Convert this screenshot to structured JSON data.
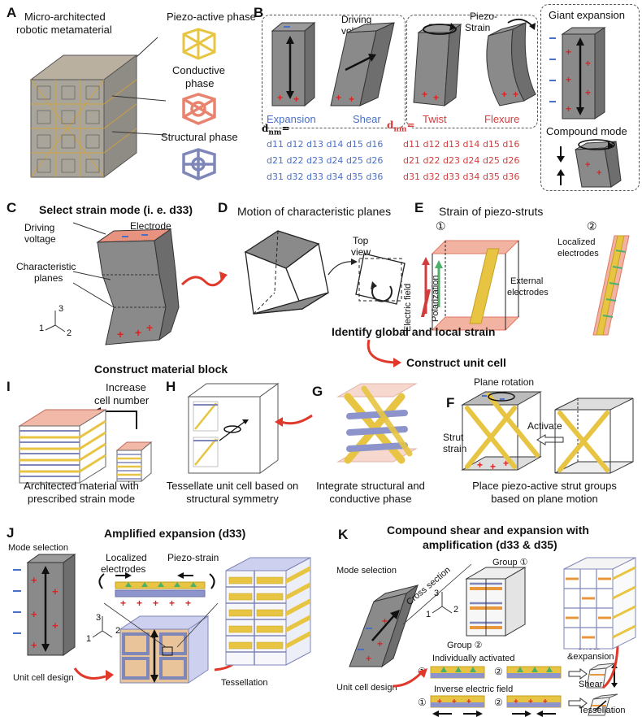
{
  "colors": {
    "blue": "#4a6fc7",
    "red": "#d23c3c",
    "arrow_red": "#e0392b",
    "piezo_yellow": "#e7c542",
    "conductive_pink": "#e8836f",
    "structural_blue": "#7f86b8",
    "block_gray": "#8a8a8a"
  },
  "A": {
    "label": "A",
    "title_line1": "Micro-architected",
    "title_line2": "robotic metamaterial",
    "piezo": "Piezo-active phase",
    "conductive_line1": "Conductive",
    "conductive_line2": "phase",
    "structural": "Structural phase"
  },
  "B": {
    "label": "B",
    "driving_line1": "Driving",
    "driving_line2": "voltage",
    "piezo_line1": "Piezo-",
    "piezo_line2": "Strain",
    "modes": [
      "Expansion",
      "Shear",
      "Twist",
      "Flexure"
    ],
    "giant": "Giant expansion",
    "compound": "Compound mode",
    "dnm": "d",
    "dnm_sub": "nm",
    "eq": "=",
    "matrix_blue": [
      [
        "d11",
        "d12",
        "d13",
        "d14",
        "d15",
        "d16"
      ],
      [
        "d21",
        "d22",
        "d23",
        "d24",
        "d25",
        "d26"
      ],
      [
        "d31",
        "d32",
        "d33",
        "d34",
        "d35",
        "d36"
      ]
    ],
    "matrix_red": [
      [
        "d11",
        "d12",
        "d13",
        "d14",
        "d15",
        "d16"
      ],
      [
        "d21",
        "d22",
        "d23",
        "d24",
        "d25",
        "d26"
      ],
      [
        "d31",
        "d32",
        "d33",
        "d34",
        "d35",
        "d36"
      ]
    ]
  },
  "C": {
    "label": "C",
    "title": "Select strain mode (i. e. d33)",
    "driving_line1": "Driving",
    "driving_line2": "voltage",
    "electrode": "Electrode",
    "planes_line1": "Characteristic",
    "planes_line2": "planes",
    "axes": [
      "1",
      "2",
      "3"
    ]
  },
  "D": {
    "label": "D",
    "title": "Motion of characteristic planes",
    "top_line1": "Top",
    "top_line2": "view"
  },
  "E": {
    "label": "E",
    "title": "Strain of piezo-struts",
    "num1": "①",
    "num2": "②",
    "field": "Electric field",
    "polarization": "Polarization",
    "external_line1": "External",
    "external_line2": "electrodes",
    "localized_line1": "Localized",
    "localized_line2": "electrodes"
  },
  "flow": {
    "identify": "Identify global and local strain",
    "construct_cell": "Construct unit cell",
    "construct_block": "Construct material block"
  },
  "F": {
    "label": "F",
    "plane_rotation": "Plane rotation",
    "strut_line1": "Strut",
    "strut_line2": "strain",
    "activate": "Activate",
    "cap_line1": "Place piezo-active strut groups",
    "cap_line2": "based on plane motion"
  },
  "G": {
    "label": "G",
    "cap_line1": "Integrate structural and",
    "cap_line2": "conductive phase"
  },
  "H": {
    "label": "H",
    "cap_line1": "Tessellate unit cell based on",
    "cap_line2": "structural symmetry"
  },
  "I": {
    "label": "I",
    "increase_line1": "Increase",
    "increase_line2": "cell number",
    "cap_line1": "Architected material with",
    "cap_line2": "prescribed strain mode"
  },
  "J": {
    "label": "J",
    "title": "Amplified expansion (d33)",
    "mode_selection": "Mode selection",
    "localized_line1": "Localized",
    "localized_line2": "electrodes",
    "piezo_strain": "Piezo-strain",
    "unit_cell": "Unit cell design",
    "tessellation": "Tessellation",
    "axes": [
      "1",
      "2",
      "3"
    ]
  },
  "K": {
    "label": "K",
    "title_line1": "Compound shear and expansion with",
    "title_line2": "amplification (d33 & d35)",
    "mode_selection": "Mode selection",
    "cross_section": "Cross section",
    "group1": "Group ①",
    "group2": "Group ②",
    "individually": "Individually activated",
    "inverse": "Inverse electric field",
    "shear_exp_line1": "Shear",
    "shear_exp_line2": "&expansion",
    "shear": "Shear",
    "unit_cell": "Unit cell design",
    "tessellation": "Tessellation",
    "num1": "①",
    "num2": "②",
    "axes": [
      "1",
      "2",
      "3"
    ]
  }
}
